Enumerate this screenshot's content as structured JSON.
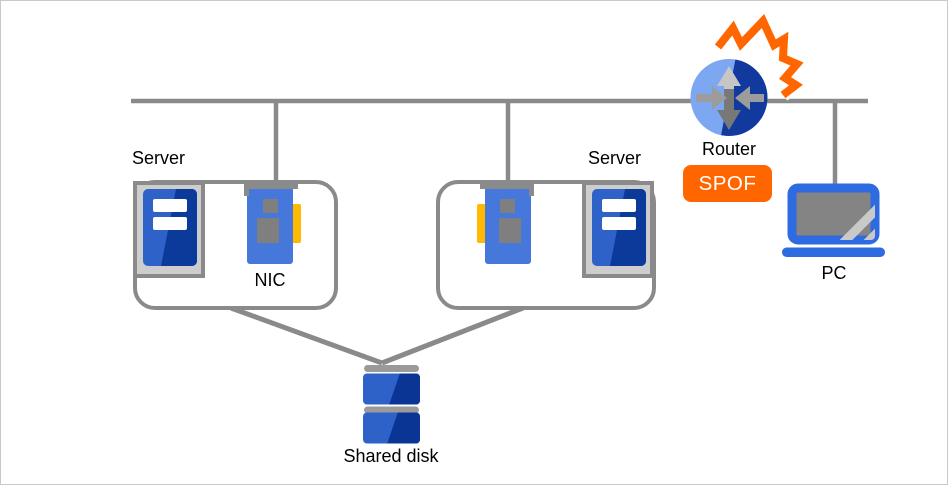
{
  "labels": {
    "cluster_left": {
      "server": "Server",
      "nic": "NIC"
    },
    "cluster_right": {
      "server": "Server"
    },
    "router": {
      "label": "Router",
      "badge": "SPOF"
    },
    "pc": {
      "label": "PC"
    },
    "shared_disk": {
      "label": "Shared disk"
    }
  },
  "colors": {
    "wire-gray": "#8a8a8a",
    "silver": "#cdcdcd",
    "server-blue": "#2f62c8",
    "server-blue-dark": "#0c3a9b",
    "nic-blue": "#4678dc",
    "chip-gray": "#7f7f7f",
    "nic-yellow": "#ffb900",
    "router-light": "#7ea7f2",
    "router-dark": "#123a9e",
    "arrow-light": "#c6c6c6",
    "arrow-mid": "#9c9c9c",
    "arrow-dark": "#787878",
    "accent-orange": "#ff6600",
    "laptop-blue": "#2e6be0",
    "screen-gray": "#848484",
    "stripe-gray": "#c9c9c9",
    "disk-bar-gray": "#9a9a9a",
    "disk-blue": "#2e62c9",
    "disk-blue-dark": "#0a3595"
  }
}
